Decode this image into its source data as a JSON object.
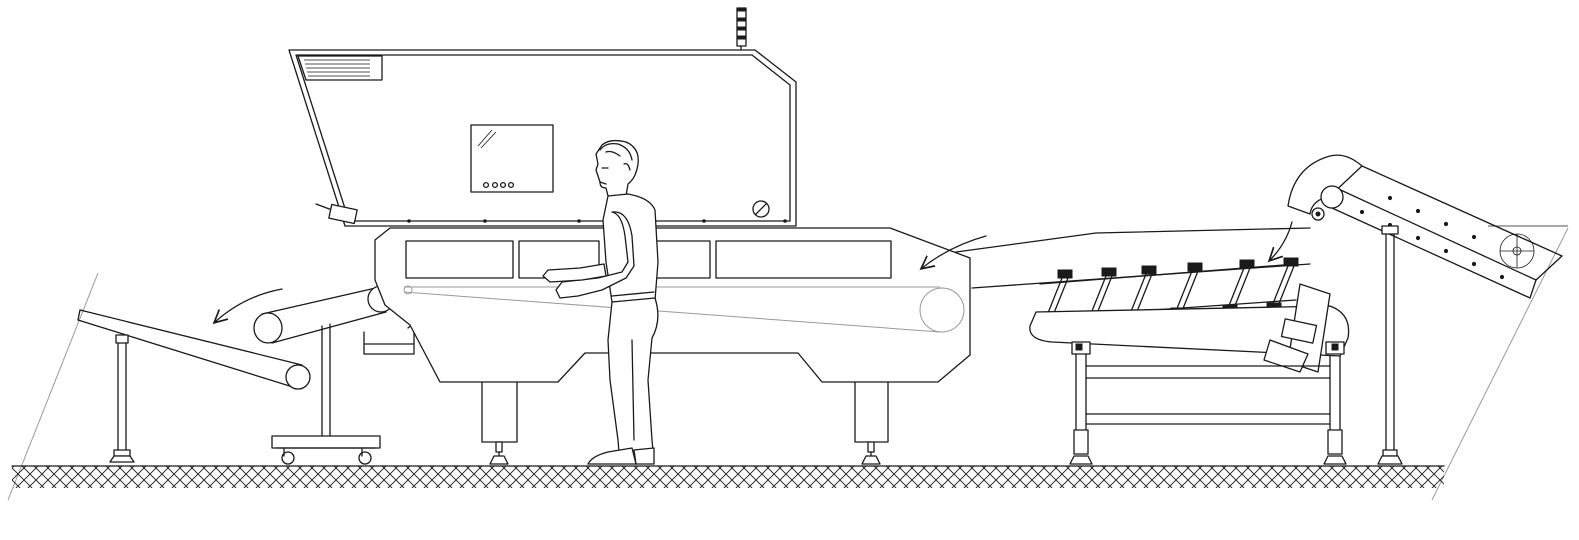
{
  "diagram": {
    "stroke_color": "#1a1a1a",
    "background_color": "#ffffff",
    "floor_pattern": "crosshatch",
    "components": [
      "outfeed-conveyor",
      "discharge-roller-conveyor",
      "collection-tray",
      "processing-machine",
      "control-panel",
      "signal-tower",
      "operator",
      "sorting-conveyor",
      "vibratory-feeder",
      "inclined-infeed-conveyor"
    ],
    "flow_arrows": 3
  }
}
